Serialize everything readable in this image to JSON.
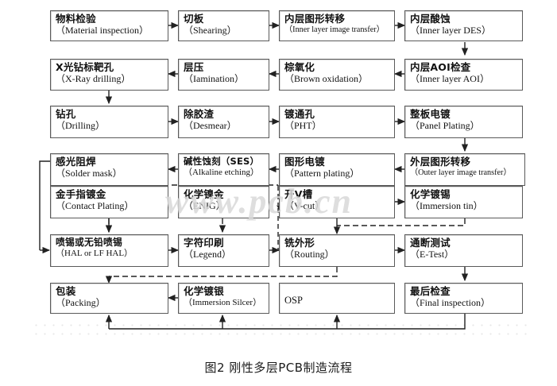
{
  "figure": {
    "caption": "图2 刚性多层PCB制造流程",
    "watermark": "www.pcb.cn"
  },
  "nodes": [
    {
      "id": "material-inspection",
      "cn": "物料检验",
      "en": "（Material inspection）",
      "col": 1,
      "row": 1
    },
    {
      "id": "shearing",
      "cn": "切板",
      "en": "（Shearing）",
      "col": 2,
      "row": 1
    },
    {
      "id": "inner-layer-image-transfer",
      "cn": "内层图形转移",
      "en": "（Inner layer image transfer）",
      "col": 3,
      "row": 1
    },
    {
      "id": "inner-layer-des",
      "cn": "内层酸蚀",
      "en": "（Inner layer DES）",
      "col": 4,
      "row": 1
    },
    {
      "id": "xray-drilling",
      "cn": "X光钻标靶孔",
      "en": "（X-Ray drilling）",
      "col": 1,
      "row": 2
    },
    {
      "id": "lamination",
      "cn": "层压",
      "en": "（Iamination）",
      "col": 2,
      "row": 2
    },
    {
      "id": "brown-oxidation",
      "cn": "棕氧化",
      "en": "（Brown oxidation）",
      "col": 3,
      "row": 2
    },
    {
      "id": "inner-layer-aoi",
      "cn": "内层AOI检查",
      "en": "（Inner layer AOI）",
      "col": 4,
      "row": 2
    },
    {
      "id": "drilling",
      "cn": "钻孔",
      "en": "（Drilling）",
      "col": 1,
      "row": 3
    },
    {
      "id": "desmear",
      "cn": "除胶渣",
      "en": "（Desmear）",
      "col": 2,
      "row": 3
    },
    {
      "id": "pht",
      "cn": "镀通孔",
      "en": "（PHT）",
      "col": 3,
      "row": 3
    },
    {
      "id": "panel-plating",
      "cn": "整板电镀",
      "en": "（Panel Plating）",
      "col": 4,
      "row": 3
    },
    {
      "id": "solder-mask",
      "cn": "感光阻焊",
      "en": "（Solder mask）",
      "col": 1,
      "row": 4
    },
    {
      "id": "alkaline-etching",
      "cn": "碱性蚀刻（SES）",
      "en": "（Alkaline etching）",
      "col": 2,
      "row": 4
    },
    {
      "id": "pattern-plating",
      "cn": "图形电镀",
      "en": "（Pattern plating）",
      "col": 3,
      "row": 4
    },
    {
      "id": "outer-layer-image-transfer",
      "cn": "外层图形转移",
      "en": "（Outer layer image transfer）",
      "col": 4,
      "row": 4
    },
    {
      "id": "contact-plating",
      "cn": "金手指镀金",
      "en": "（Contact Plating）",
      "col": 1,
      "row": 5
    },
    {
      "id": "enig",
      "cn": "化学镍金",
      "en": "（ENIG）",
      "col": 2,
      "row": 5
    },
    {
      "id": "v-cut",
      "cn": "开V槽",
      "en": "（V-cut）",
      "col": 3,
      "row": 5
    },
    {
      "id": "immersion-tin",
      "cn": "化学镀锡",
      "en": "（Immersion tin）",
      "col": 4,
      "row": 5
    },
    {
      "id": "hal",
      "cn": "喷锡或无铅喷锡",
      "en": "（HAL or LF HAL）",
      "col": 1,
      "row": 6
    },
    {
      "id": "legend",
      "cn": "字符印刷",
      "en": "（Legend）",
      "col": 2,
      "row": 6
    },
    {
      "id": "routing",
      "cn": "铣外形",
      "en": "（Routing）",
      "col": 3,
      "row": 6
    },
    {
      "id": "e-test",
      "cn": "通断测试",
      "en": "（E-Test）",
      "col": 4,
      "row": 6
    },
    {
      "id": "packing",
      "cn": "包装",
      "en": "（Packing）",
      "col": 1,
      "row": 7
    },
    {
      "id": "immersion-silver",
      "cn": "化学镀银",
      "en": "（Immersion Silcer）",
      "col": 2,
      "row": 7
    },
    {
      "id": "osp",
      "cn": "",
      "en": "OSP",
      "col": 3,
      "row": 7
    },
    {
      "id": "final-inspection",
      "cn": "最后检查",
      "en": "（Final inspection）",
      "col": 4,
      "row": 7
    }
  ]
}
